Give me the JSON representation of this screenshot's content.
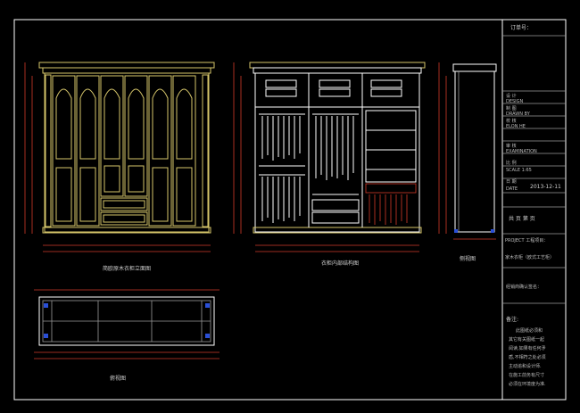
{
  "title_block": {
    "order_no_label": "订单号：",
    "design_label": "设 计",
    "design_en": "DESIGN",
    "drawn_label": "制 图",
    "drawn_en": "DRAWN BY",
    "check_label": "校 核",
    "check_en": "ELON HE",
    "review_label": "审 核",
    "review_en": "EXAMINATION",
    "scale_label": "比 例",
    "scale_value": "SCALE  1:65",
    "date_label": "日 期",
    "date_en": "DATE",
    "date_value": "2013-12-11",
    "pages": "共 页  第 页",
    "project_label": "PROJECT  工程项目：",
    "project_value": "家木衣柜（欧式工艺柜）",
    "customer_confirm": "经销商确认签名：",
    "notes_title": "备注:",
    "notes_text": [
      "此图纸必须和",
      "其它有关图纸一起",
      "阅读,如果有任何矛",
      "盾,不相符之处必须",
      "主动追和设计师.",
      "在施工前务有尺寸",
      "必须在环境度为准."
    ]
  },
  "views": {
    "front_view": "简欧原木衣柜立面图",
    "inner_view": "衣柜内部结构图",
    "side_view": "侧视图",
    "top_view": "俯视图"
  },
  "colors": {
    "frame": "#ffffff",
    "cabinet": "#d6c66a",
    "dimension": "#d23a2a",
    "accent_blue": "#2a4fd6"
  }
}
